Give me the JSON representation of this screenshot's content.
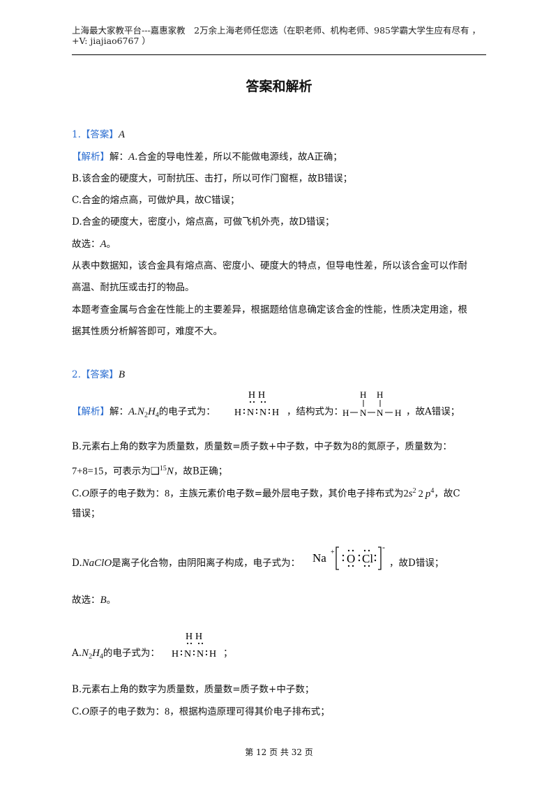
{
  "header": {
    "line1": "上海最大家教平台---嘉惠家教　2万余上海老师任您选（在职老师、机构老师、985学霸大学生应有尽有 ，",
    "line2": "+V:  jiajiao6767 ）"
  },
  "title": "答案和解析",
  "q1": {
    "num": "1.",
    "answer_tag": "【答案】",
    "answer": "A",
    "analysis_tag": "【解析】",
    "l1_prefix": "解：",
    "l1_letter": "A",
    "l1_text": ".合金的导电性差，所以不能做电源线，故A正确；",
    "l2": "B.该合金的硬度大，可耐抗压、击打，所以可作门窗框，故B错误；",
    "l3": "C.合金的熔点高，可做炉具，故C错误；",
    "l4": "D.合金的硬度大，密度小，熔点高，可做飞机外壳，故D错误；",
    "l5_prefix": "故选：",
    "l5_letter": "A",
    "l5_end": "。",
    "l6": "从表中数据知，该合金具有熔点高、密度小、硬度大的特点，但导电性差，所以该合金可以作耐",
    "l7": "高温、耐抗压或击打的物品。",
    "l8": "本题考查金属与合金在性能上的主要差异，根据题给信息确定该合金的性能，性质决定用途，根",
    "l9": "据其性质分析解答即可，难度不大。"
  },
  "q2": {
    "num": "2.",
    "answer_tag": "【答案】",
    "answer": "B",
    "analysis_tag": "【解析】",
    "a_prefix": "解：",
    "a_letter": "A",
    "a_formula_N": ".N",
    "a_formula_sub2": "2",
    "a_formula_H": "H",
    "a_formula_sub4": "4",
    "a_text1": "的电子式为：",
    "a_text2": "，结构式为：",
    "a_text3": "，故A错误；",
    "b_line1": "B.元素右上角的数字为质量数，质量数=质子数+中子数，中子数为8的氮原子，质量数为：",
    "b_calc": "7+8=15",
    "b_text": "，可表示为",
    "b_box": "❑",
    "b_sup": "15",
    "b_N": "N",
    "b_end": "，故B正确；",
    "c_prefix": "C.",
    "c_O": "O",
    "c_text1": "原子的电子数为：",
    "c_num": "8",
    "c_text2": "，主族元素价电子数=最外层电子数，其价电子排布式为",
    "c_2a": "2",
    "c_s": "s",
    "c_sup2": "2",
    "c_2b": "2",
    "c_p": "p",
    "c_sup4": "4",
    "c_end": "，故C",
    "c_line2": "错误；",
    "d_prefix": "D.",
    "d_formula": "NaClO",
    "d_text": "是离子化合物，由阴阳离子构成，电子式为：",
    "d_end": "，故D错误；",
    "select_prefix": "故选：",
    "select_letter": "B",
    "select_end": "。",
    "na_prefix": "A.",
    "na_N": "N",
    "na_sub2": "2",
    "na_H": "H",
    "na_sub4": "4",
    "na_text": "的电子式为：",
    "na_end": "；",
    "nb_line": "B.元素右上角的数字为质量数，质量数=质子数+中子数；",
    "nc_prefix": "C.",
    "nc_O": "O",
    "nc_text1": "原子的电子数为：",
    "nc_num": "8",
    "nc_text2": "，根据构造原理可得其价电子排布式；"
  },
  "formulas": {
    "H": "H",
    "N": "N",
    "Na": "Na",
    "plus": "+",
    "O": "O",
    "Cl": "Cl",
    "minus": "-",
    "dash": "—"
  },
  "footer": "第 12 页 共 32 页"
}
